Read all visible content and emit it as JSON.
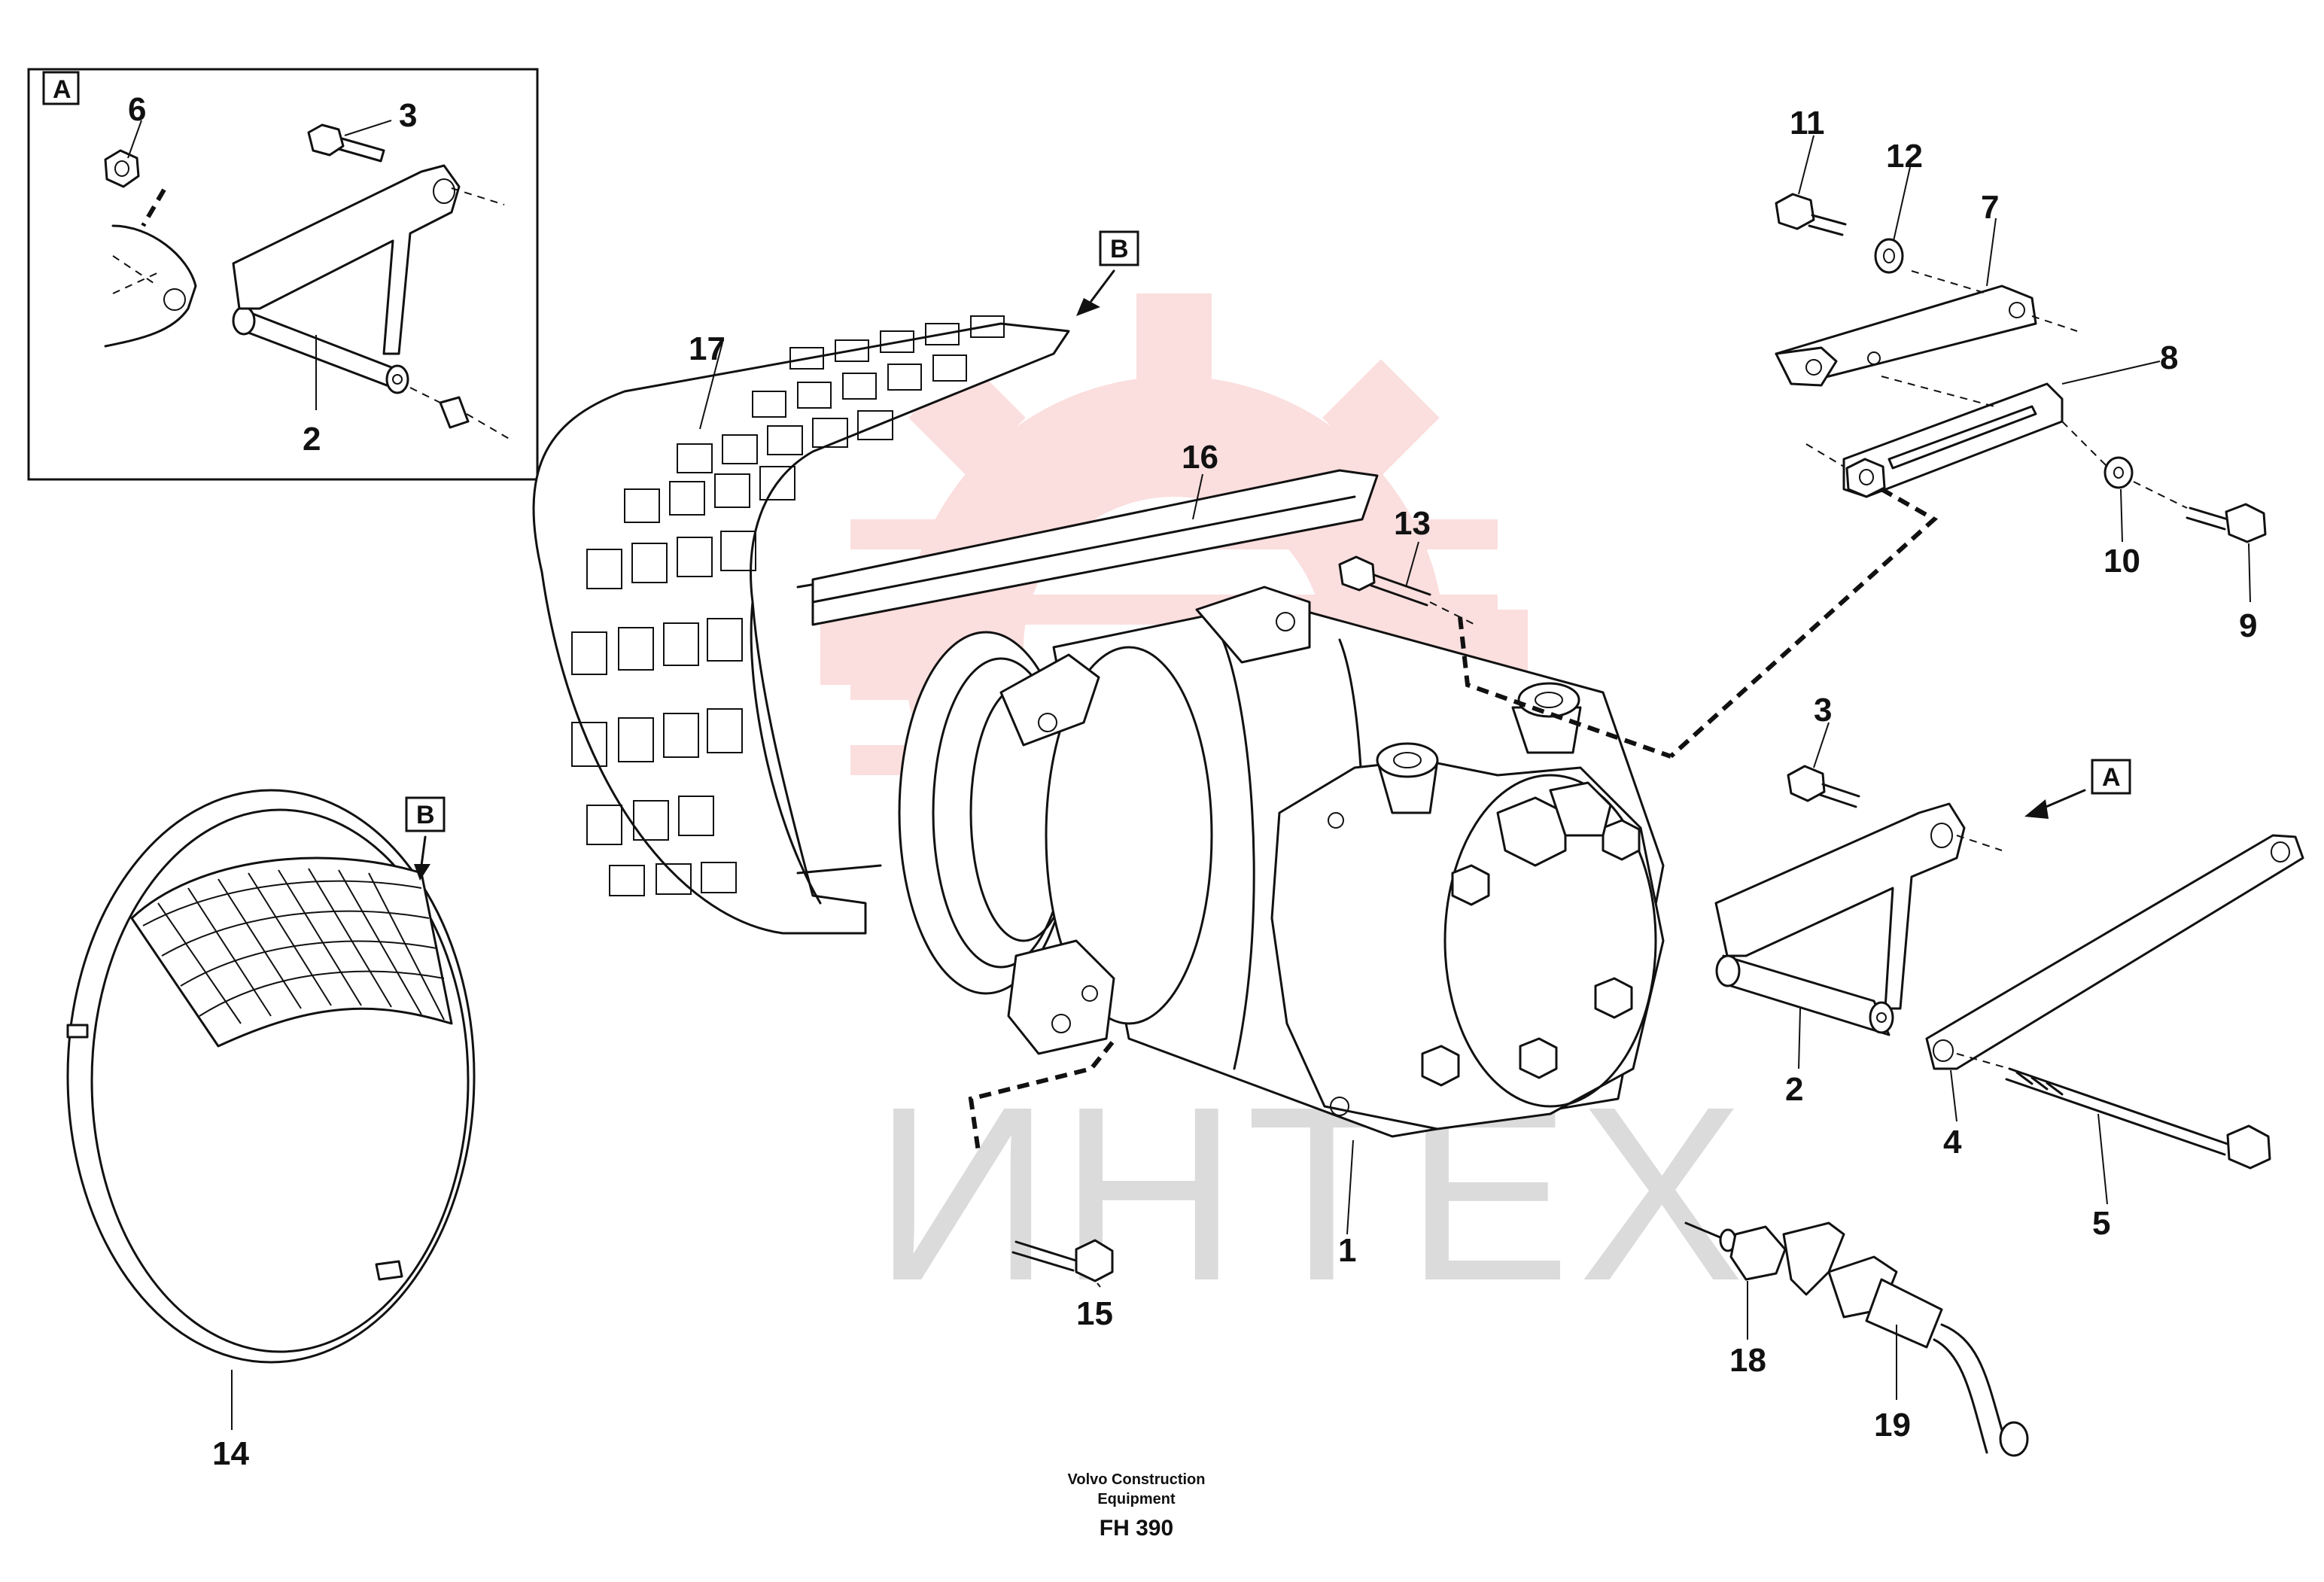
{
  "watermark": {
    "text": "ИНТЕХ",
    "logo_color": "#f28b8b",
    "text_color": "#cfcfcf"
  },
  "view_markers": {
    "a_inset": "A",
    "a_main": "A",
    "b_main": "B",
    "b_belt": "B"
  },
  "callouts": {
    "c1": "1",
    "c2_inset": "2",
    "c2_main": "2",
    "c3_inset": "3",
    "c3_main": "3",
    "c4": "4",
    "c5": "5",
    "c6": "6",
    "c7": "7",
    "c8": "8",
    "c9": "9",
    "c10": "10",
    "c11": "11",
    "c12": "12",
    "c13": "13",
    "c14": "14",
    "c15": "15",
    "c16": "16",
    "c17": "17",
    "c18": "18",
    "c19": "19"
  },
  "footer": {
    "line1": "Volvo Construction",
    "line2": "Equipment",
    "code": "FH 390"
  }
}
